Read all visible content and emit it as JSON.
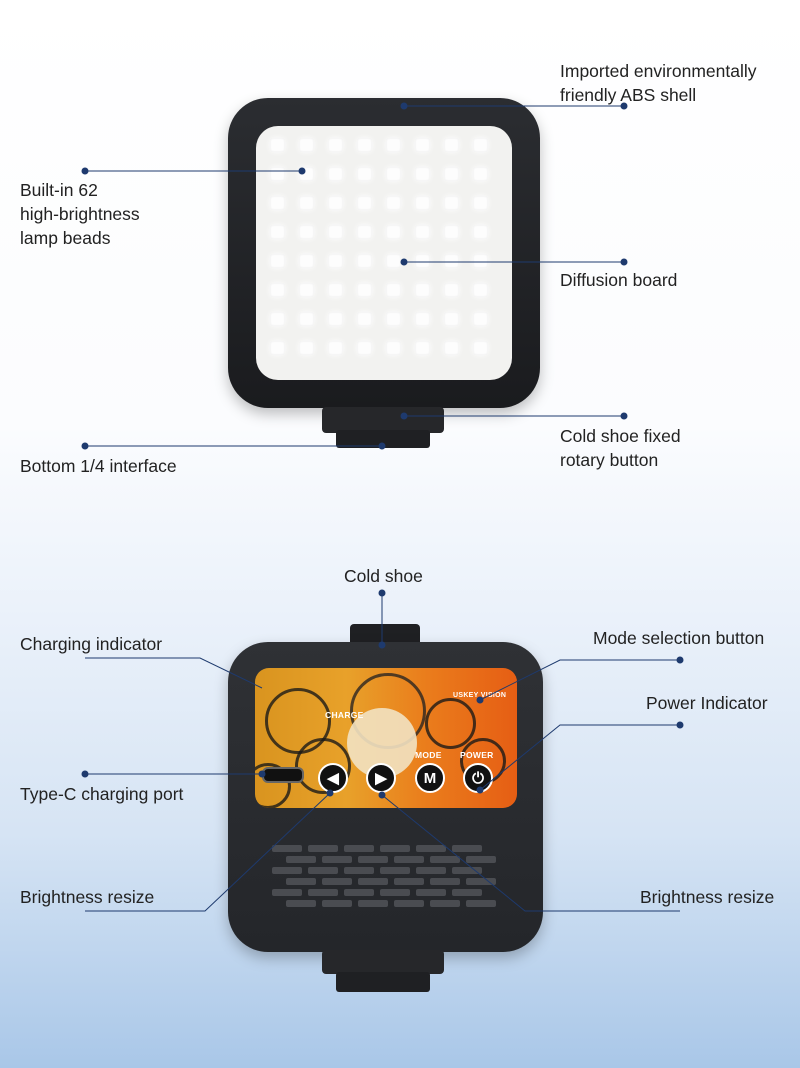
{
  "labels": {
    "shell": "Imported environmentally\nfriendly ABS shell",
    "beads": "Built-in 62\nhigh-brightness\nlamp beads",
    "diffusion": "Diffusion board",
    "rotary": "Cold shoe fixed\nrotary button",
    "bottom": "Bottom 1/4 interface",
    "cold_shoe": "Cold shoe",
    "charging_indicator": "Charging indicator",
    "mode_button": "Mode selection button",
    "power_indicator": "Power Indicator",
    "type_c": "Type-C charging port",
    "brightness_left": "Brightness resize",
    "brightness_right": "Brightness resize"
  },
  "panel": {
    "charge": "CHARGE",
    "mode": "MODE",
    "power": "POWER",
    "brand": "USKEY VISION",
    "btn_m": "M"
  },
  "colors": {
    "line": "#1e3a6e",
    "dot": "#1e3a6e"
  },
  "icons": [
    "left-arrow-icon",
    "right-arrow-icon",
    "mode-m-icon",
    "power-icon"
  ]
}
